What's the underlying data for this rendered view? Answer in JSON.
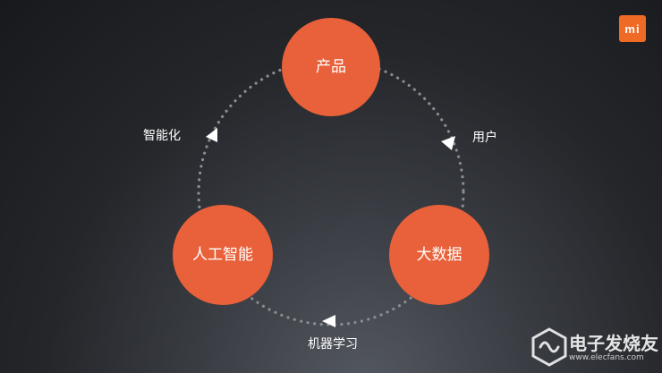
{
  "logo": {
    "text": "mi",
    "color": "#ef6a25"
  },
  "diagram": {
    "node_color": "#e8613a",
    "nodes": [
      {
        "id": "product",
        "label": "产品"
      },
      {
        "id": "big-data",
        "label": "大数据"
      },
      {
        "id": "ai",
        "label": "人工智能"
      }
    ],
    "edges": [
      {
        "from": "product",
        "to": "big-data",
        "label": "用户"
      },
      {
        "from": "big-data",
        "to": "ai",
        "label": "机器学习"
      },
      {
        "from": "ai",
        "to": "product",
        "label": "智能化"
      }
    ]
  },
  "watermark": {
    "title": "电子发烧友",
    "url": "www.elecfans.com"
  }
}
